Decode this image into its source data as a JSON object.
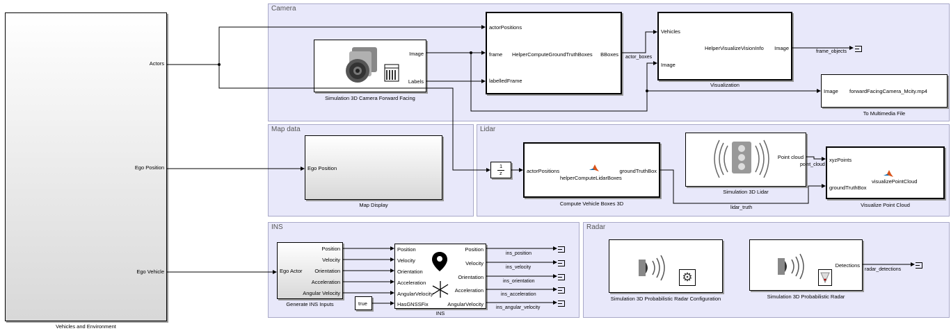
{
  "areas": {
    "camera": "Camera",
    "map": "Map data",
    "lidar": "Lidar",
    "ins": "INS",
    "radar": "Radar"
  },
  "vehicles": {
    "caption": "Vehicles and Environment",
    "out_actors": "Actors",
    "out_ego_position": "Ego Position",
    "out_ego_vehicle": "Ego Vehicle"
  },
  "camera": {
    "caption": "Simulation 3D Camera Forward Facing",
    "out_image": "Image",
    "out_labels": "Labels"
  },
  "gt": {
    "name": "HelperComputeGroundTruthBoxes",
    "in_actor_positions": "actorPositions",
    "in_frame": "frame",
    "in_labelled_frame": "labelledFrame",
    "out_bboxes": "BBoxes"
  },
  "viz": {
    "name": "HelperVisualizeVisionInfo",
    "caption": "Visualization",
    "in_vehicles": "Vehicles",
    "in_image": "Image",
    "out_image": "Image"
  },
  "mm": {
    "in_image": "Image",
    "file": "forwardFacingCamera_Mcity.mp4",
    "caption": "To Multimedia File"
  },
  "map": {
    "in_ego_position": "Ego Position",
    "caption": "Map Display"
  },
  "gain": {
    "num": "1",
    "den": "z"
  },
  "clb": {
    "name": "helperComputeLidarBoxes",
    "in_actor_positions": "actorPositions",
    "out_ground_truth": "groundTruthBox",
    "caption": "Compute Vehicle Boxes 3D"
  },
  "lidar": {
    "out_point_cloud": "Point cloud",
    "caption": "Simulation 3D Lidar"
  },
  "vpc": {
    "name": "visualizePointCloud",
    "in_xyz": "xyzPoints",
    "in_gt": "groundTruthBox",
    "caption": "Visualize Point Cloud"
  },
  "gen": {
    "in_ego_actor": "Ego Actor",
    "out_position": "Position",
    "out_velocity": "Velocity",
    "out_orientation": "Orientation",
    "out_acceleration": "Acceleration",
    "out_angular_velocity": "Angular Velocity",
    "caption": "Generate INS Inputs"
  },
  "const_true": "true",
  "ins": {
    "in_position": "Position",
    "in_velocity": "Velocity",
    "in_orientation": "Orientation",
    "in_acceleration": "Acceleration",
    "in_angular_velocity": "AngularVelocity",
    "in_has_gnss": "HasGNSSFix",
    "out_position": "Position",
    "out_velocity": "Velocity",
    "out_orientation": "Orientation",
    "out_acceleration": "Acceleration",
    "out_angular_velocity": "AngularVelocity",
    "caption": "INS"
  },
  "radar_cfg": {
    "caption": "Simulation 3D Probabilistic Radar Configuration"
  },
  "radar": {
    "out_detections": "Detections",
    "caption": "Simulation 3D Probabilistic Radar"
  },
  "signals": {
    "actor_boxes": "actor_boxes",
    "frame_objects": "frame_objects",
    "point_cloud": "point_cloud",
    "lidar_truth": "lidar_truth",
    "ins_position": "ins_position",
    "ins_velocity": "ins_velocity",
    "ins_orientation": "ins_orientation",
    "ins_acceleration": "ins_acceleration",
    "ins_angular_velocity": "ins_angular_velocity",
    "radar_detections": "radar_detections"
  }
}
